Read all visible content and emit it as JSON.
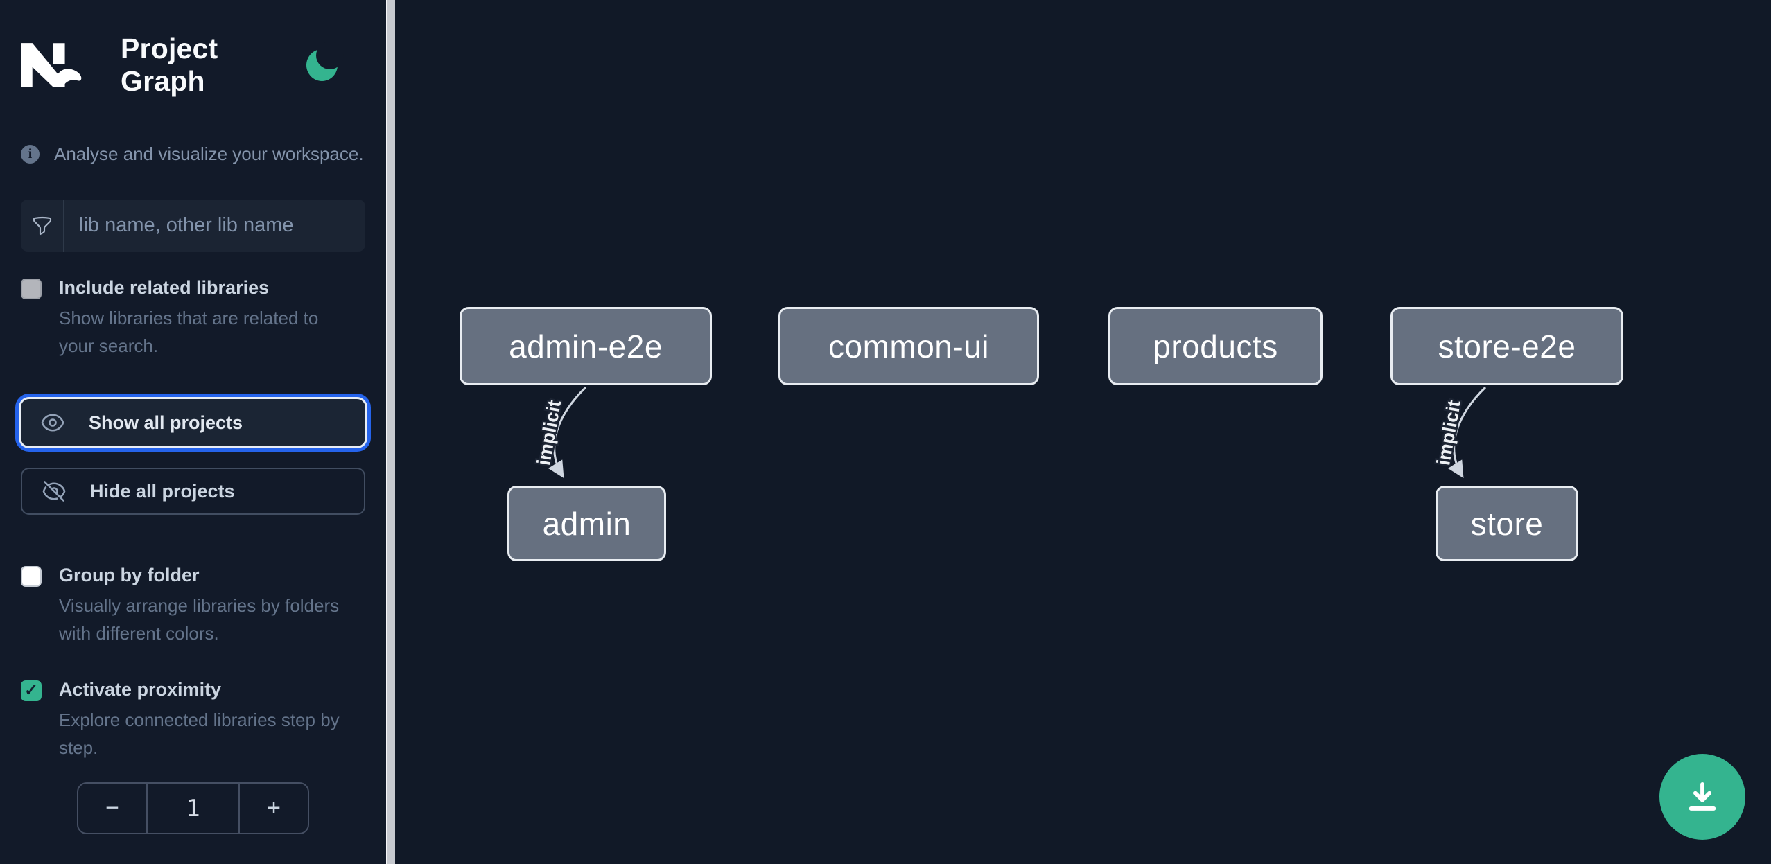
{
  "header": {
    "title": "Project Graph",
    "logo": "nx-logo",
    "theme_icon": "moon-icon"
  },
  "intro": {
    "text": "Analyse and visualize your workspace."
  },
  "filter": {
    "placeholder": "lib name, other lib name",
    "value": "",
    "icon": "funnel-icon"
  },
  "checkboxes": {
    "include_related": {
      "label": "Include related libraries",
      "description": "Show libraries that are related to your search.",
      "checked": false
    },
    "group_by_folder": {
      "label": "Group by folder",
      "description": "Visually arrange libraries by folders with different colors.",
      "checked": false
    },
    "activate_proximity": {
      "label": "Activate proximity",
      "description": "Explore connected libraries step by step.",
      "checked": true,
      "checkmark": "✓"
    }
  },
  "actions": {
    "show_all": "Show all projects",
    "hide_all": "Hide all projects"
  },
  "proximity_stepper": {
    "decrement": "−",
    "value": "1",
    "increment": "+"
  },
  "graph": {
    "nodes": [
      {
        "id": "admin-e2e",
        "label": "admin-e2e"
      },
      {
        "id": "common-ui",
        "label": "common-ui"
      },
      {
        "id": "products",
        "label": "products"
      },
      {
        "id": "store-e2e",
        "label": "store-e2e"
      },
      {
        "id": "admin",
        "label": "admin"
      },
      {
        "id": "store",
        "label": "store"
      }
    ],
    "edges": [
      {
        "source": "admin-e2e",
        "target": "admin",
        "label": "implicit"
      },
      {
        "source": "store-e2e",
        "target": "store",
        "label": "implicit"
      }
    ]
  },
  "fab": {
    "icon": "download-icon"
  },
  "colors": {
    "accent_green": "#34b48f",
    "focus_blue": "#2563eb",
    "node_fill": "#667080",
    "node_border": "#e8ecf1",
    "background": "#121a29",
    "edge": "#cfd6e0"
  }
}
